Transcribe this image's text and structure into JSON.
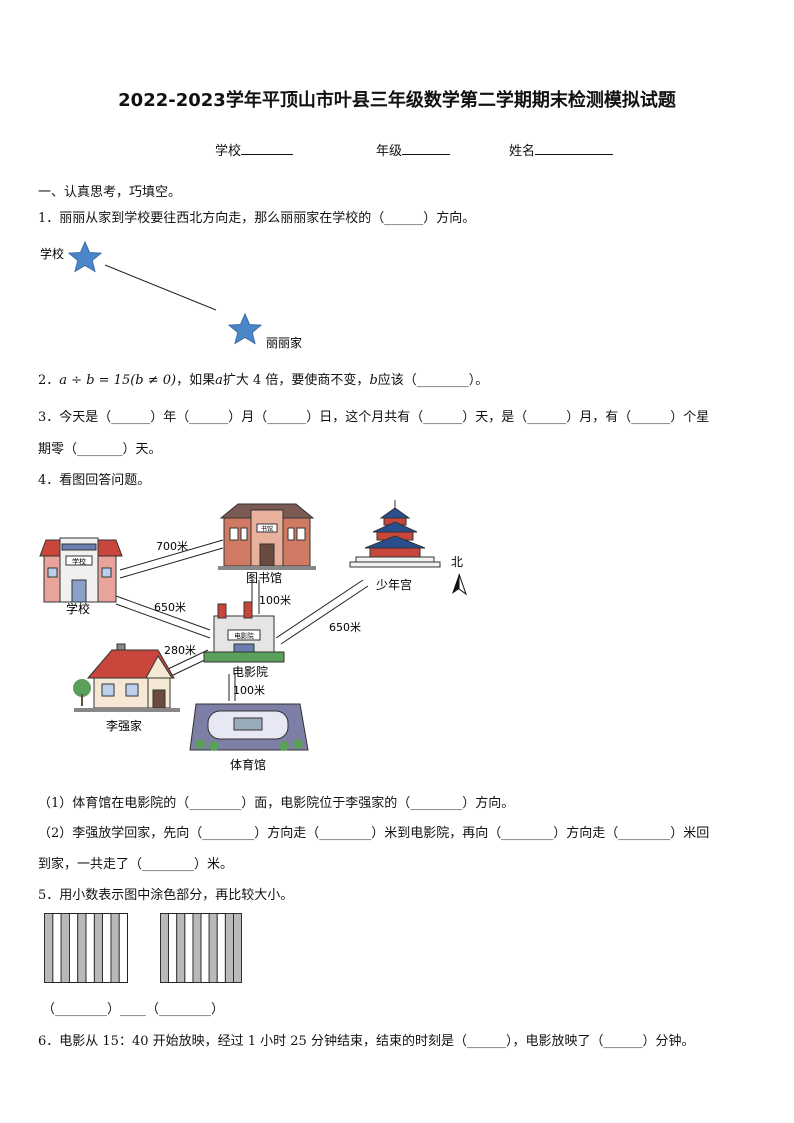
{
  "title": "2022-2023学年平顶山市叶县三年级数学第二学期期末检测模拟试题",
  "meta": {
    "school_label": "学校",
    "grade_label": "年级",
    "name_label": "姓名"
  },
  "section1": "一、认真思考，巧填空。",
  "q1": {
    "text": "1．丽丽从家到学校要往西北方向走，那么丽丽家在学校的（______）方向。",
    "label_school": "学校",
    "label_home": "丽丽家"
  },
  "q2": {
    "prefix": "2．",
    "formula": "a ÷ b = 15(b ≠ 0)",
    "mid": "，如果",
    "var_a": "a",
    "mid2": "扩大 4 倍，要使商不变，",
    "var_b": "b",
    "suffix": "应该（________）。"
  },
  "q3": {
    "line1": "3．今天是（______）年（______）月（______）日，这个月共有（______）天，是（______）月，有（______）个星",
    "line2": "期零（_______）天。"
  },
  "q4": {
    "text": "4．看图回答问题。",
    "labels": {
      "school": "学校",
      "library": "图书馆",
      "youth_palace": "少年宫",
      "cinema": "电影院",
      "li_home": "李强家",
      "stadium": "体育馆",
      "north": "北",
      "school_sign": "学校",
      "library_sign": "书馆",
      "cinema_sign": "电影院"
    },
    "distances": {
      "school_library": "700米",
      "school_cinema": "650米",
      "library_cinema": "100米",
      "palace_cinema": "650米",
      "home_cinema": "280米",
      "cinema_stadium": "100米"
    },
    "sub1": "（1）体育馆在电影院的（________）面，电影院位于李强家的（________）方向。",
    "sub2_line1": "（2）李强放学回家，先向（________）方向走（________）米到电影院，再向（________）方向走（________）米回",
    "sub2_line2": "到家，一共走了（________）米。"
  },
  "q5": {
    "text": "5．用小数表示图中涂色部分，再比较大小。",
    "answer_line": "（________）____（________）"
  },
  "q6": {
    "text": "6．电影从 15：40 开始放映，经过 1 小时 25 分钟结束，结束的时刻是（______），电影放映了（______）分钟。"
  },
  "colors": {
    "star": "#4a86c8",
    "roof_red": "#c9463d",
    "wall_pink": "#e8a49a",
    "temple_blue": "#2a4f8f",
    "tree_green": "#5aa05a"
  }
}
